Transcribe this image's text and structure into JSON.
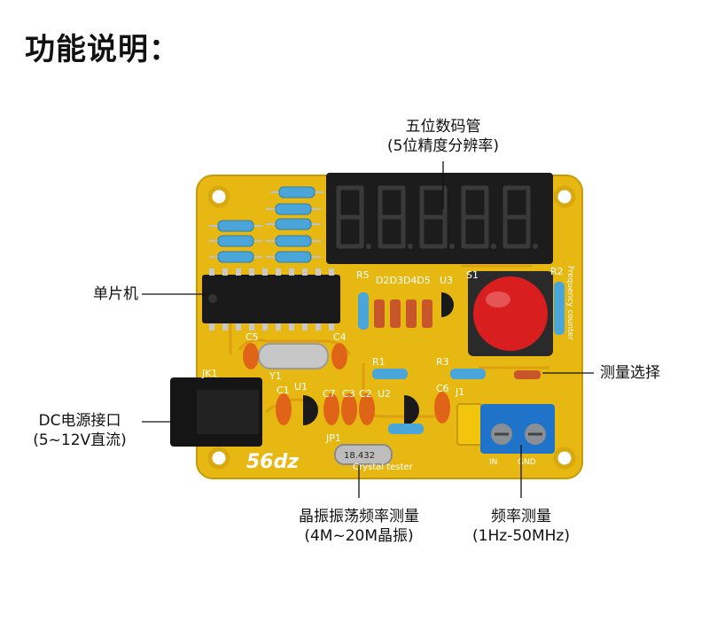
{
  "title": "功能说明：",
  "labels": {
    "display": {
      "line1": "五位数码管",
      "line2": "(5位精度分辨率)"
    },
    "mcu": {
      "line1": "单片机"
    },
    "select": {
      "line1": "测量选择"
    },
    "power": {
      "line1": "DC电源接口",
      "line2": "(5~12V直流)"
    },
    "crystal": {
      "line1": "晶振振荡频率测量",
      "line2": "(4M~20M晶振)"
    },
    "freq": {
      "line1": "频率测量",
      "line2": "(1Hz-50MHz)"
    }
  },
  "silkscreen": {
    "r5": "R5",
    "d_row": "D2D3D4D5",
    "u3": "U3",
    "s1": "S1",
    "r2": "R2",
    "c5": "C5",
    "c4": "C4",
    "y1": "Y1",
    "jk1": "JK1",
    "r1": "R1",
    "r3": "R3",
    "c1": "C1",
    "u1": "U1",
    "c7": "C7",
    "c3": "C3",
    "c2": "C2",
    "u2": "U2",
    "c6": "C6",
    "j1": "J1",
    "jp1": "JP1",
    "in": "IN",
    "gnd": "GND",
    "logo": "56dz",
    "subtitle": "Crystal tester",
    "side": "Frequency counter",
    "crystal_mark": "18.432"
  },
  "colors": {
    "pcb": "#e8b812",
    "pcb_edge": "#c79a08",
    "copper": "#d99a10",
    "display": "#1c1c1c",
    "segment": "#333333",
    "chip": "#1a1a1a",
    "button": "#d81e1e",
    "terminal": "#1f73c9",
    "jumper": "#f2c40c",
    "capacitor": "#e06418",
    "resistor": "#4aa5d8",
    "leader": "#111111"
  }
}
